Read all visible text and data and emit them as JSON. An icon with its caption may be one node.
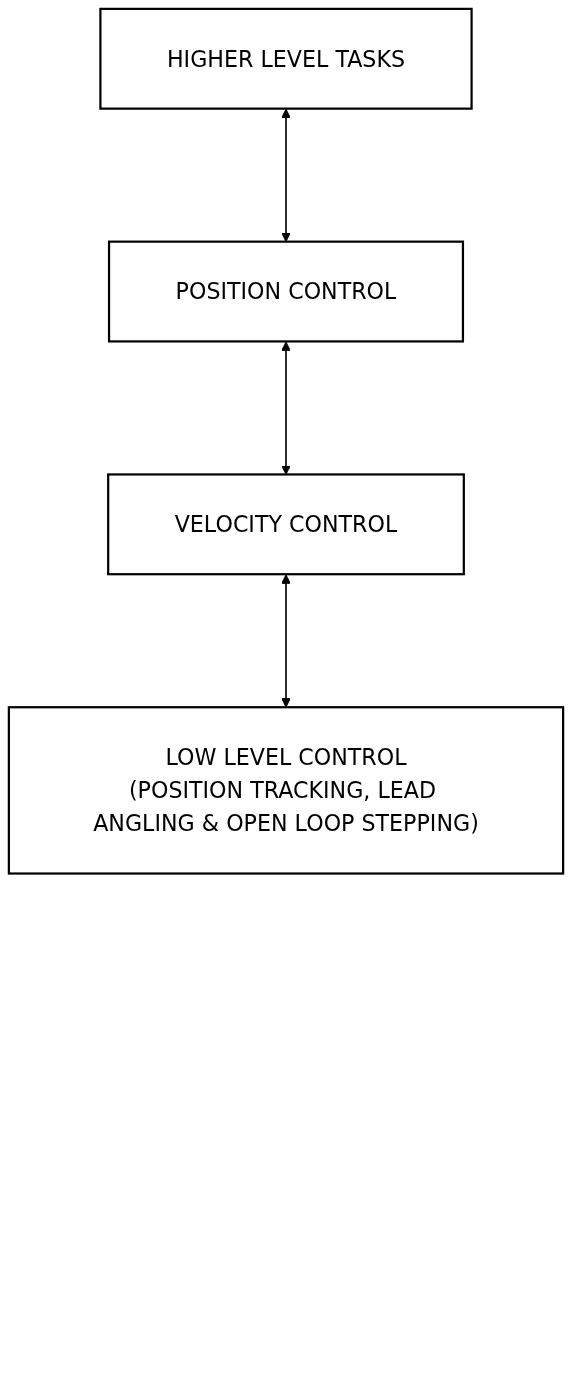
{
  "diagram": {
    "nodes": [
      {
        "text": [
          "HIGHER LEVEL TASKS"
        ]
      },
      {
        "text": [
          "POSITION CONTROL"
        ]
      },
      {
        "text": [
          "VELOCITY CONTROL"
        ]
      },
      {
        "text": [
          "LOW LEVEL CONTROL",
          "(POSITION TRACKING, LEAD ANGLING & OPEN LOOP STEPPING)"
        ]
      }
    ],
    "edges": [
      {
        "from": 0,
        "to": 1,
        "arrow": "both"
      },
      {
        "from": 1,
        "to": 2,
        "arrow": "both"
      },
      {
        "from": 2,
        "to": 3,
        "arrow": "both"
      }
    ]
  }
}
